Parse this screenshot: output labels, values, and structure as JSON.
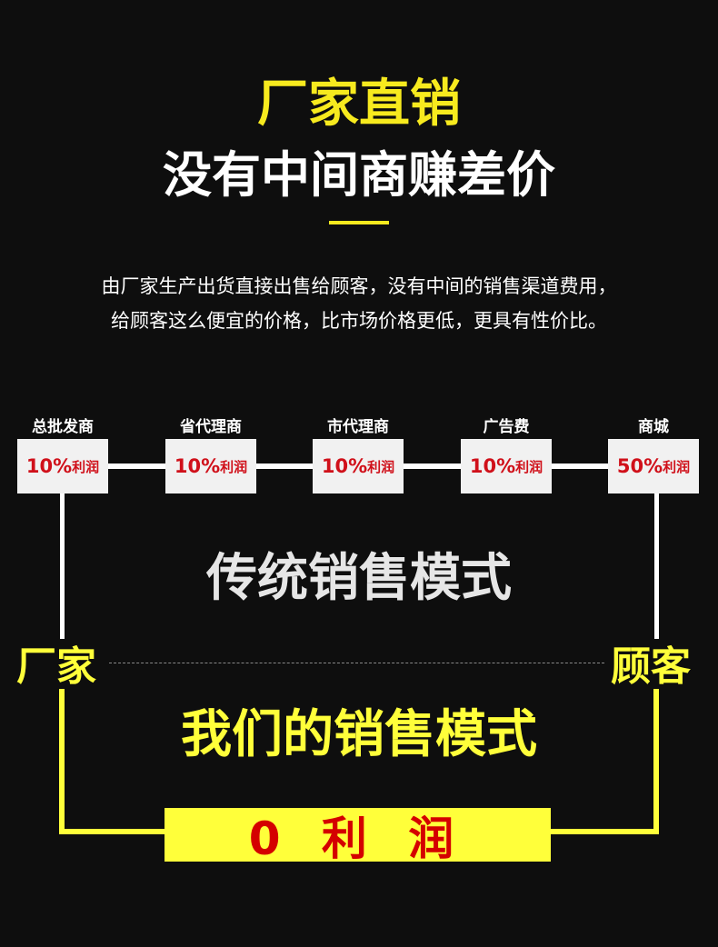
{
  "title": "厂家直销",
  "subtitle": "没有中间商赚差价",
  "description": [
    "由厂家生产出货直接出售给顾客，没有中间的销售渠道费用，",
    "给顾客这么便宜的价格，比市场价格更低，更具有性价比。"
  ],
  "traditional_chain": [
    {
      "label": "总批发商",
      "percent": "10%",
      "suffix": "利润"
    },
    {
      "label": "省代理商",
      "percent": "10%",
      "suffix": "利润"
    },
    {
      "label": "市代理商",
      "percent": "10%",
      "suffix": "利润"
    },
    {
      "label": "广告费",
      "percent": "10%",
      "suffix": "利润"
    },
    {
      "label": "商城",
      "percent": "50%",
      "suffix": "利润"
    }
  ],
  "traditional_mode": "传统销售模式",
  "manufacturer": "厂家",
  "customer": "顾客",
  "our_mode": "我们的销售模式",
  "our_profit": "0 利 润",
  "colors": {
    "yellow": "#ffff3a",
    "red": "#d40000",
    "background": "#0e0e0e"
  }
}
